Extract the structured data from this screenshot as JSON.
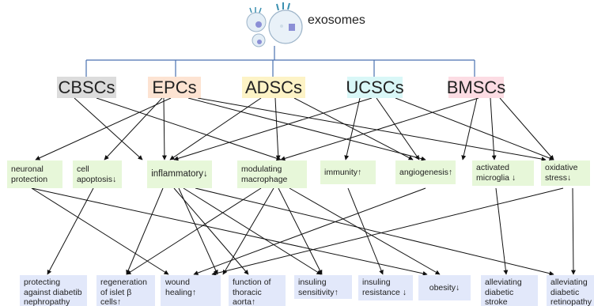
{
  "title": "exosomes",
  "colors": {
    "tree_line": "#4a72b0",
    "arrow": "#111111",
    "function_box": "#e7f7d9",
    "outcome_box": "#e2e8fa",
    "cell_CBSCs": "#dcdcdc",
    "cell_EPCs": "#fde3d2",
    "cell_ADSCs": "#fdf3c6",
    "cell_UCSCs": "#d9f7f7",
    "cell_BMSCs": "#fcdce3"
  },
  "cell_types": [
    "CBSCs",
    "EPCs",
    "ADSCs",
    "UCSCs",
    "BMSCs"
  ],
  "functions": [
    "neuronal protection",
    "cell apoptosis↓",
    "inflammatory↓",
    "modulating macrophage",
    "immunity↑",
    "angiogenesis↑",
    "activated microglia ↓",
    "oxidative stress↓"
  ],
  "outcomes": [
    "protecting against diabetib nephropathy",
    "regeneration of islet β cells↑",
    "wound healing↑",
    "function of thoracic aorta↑",
    "insuling sensitivity↑",
    "insuling resistance ↓",
    "obesity↓",
    "alleviating diabetic stroke",
    "alleviating diabetic retinopathy"
  ]
}
